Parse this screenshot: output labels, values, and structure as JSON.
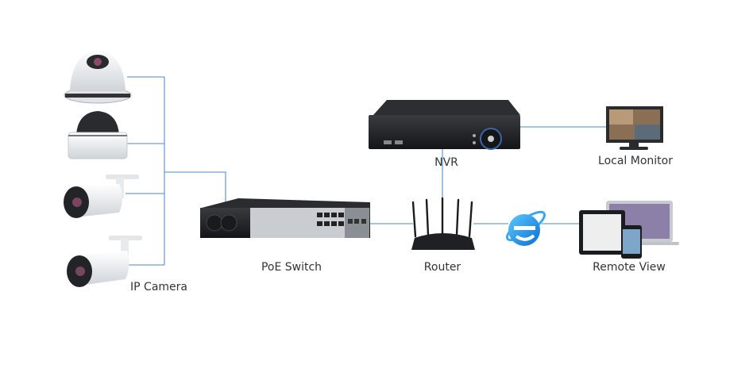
{
  "labels": {
    "ip_camera": "IP Camera",
    "poe_switch": "PoE Switch",
    "router": "Router",
    "nvr": "NVR",
    "local_monitor": "Local Monitor",
    "remote_view": "Remote View"
  },
  "colors": {
    "link_line": "#6f9fd0",
    "device_dark": "#1e1f22",
    "camera_white": "#eceff2",
    "ie_blue": "#1e8ee6"
  }
}
